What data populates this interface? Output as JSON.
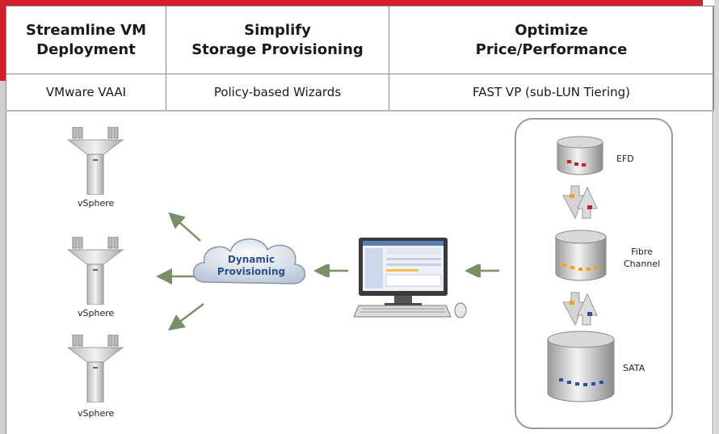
{
  "headers": {
    "col1": "Streamline VM\nDeployment",
    "col2": "Simplify\nStorage Provisioning",
    "col3": "Optimize\nPrice/Performance"
  },
  "features": {
    "col1": "VMware VAAI",
    "col2": "Policy-based Wizards",
    "col3": "FAST VP (sub-LUN Tiering)"
  },
  "diagram": {
    "servers": [
      "vSphere",
      "vSphere",
      "vSphere"
    ],
    "cloud_label": "Dynamic\nProvisioning",
    "tiers": [
      "EFD",
      "Fibre\nChannel",
      "SATA"
    ]
  },
  "colors": {
    "accent_red": "#d0202e",
    "arrow_green": "#7a8f66",
    "cloud_text": "#2b4f8a",
    "efd_block": "#c8202a",
    "fc_block": "#f0a020",
    "sata_block": "#2a4fa0"
  }
}
